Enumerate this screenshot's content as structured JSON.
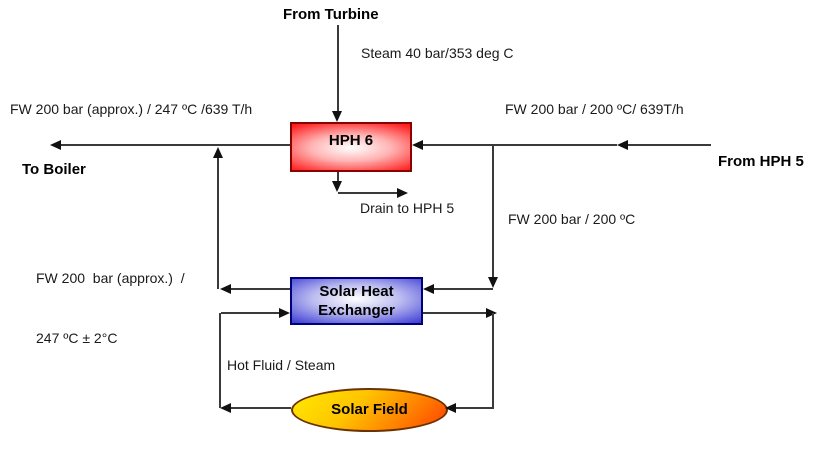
{
  "diagram": {
    "nodes": {
      "hph6": {
        "label": "HPH 6"
      },
      "solar_heat_exchanger": {
        "label_line1": "Solar Heat",
        "label_line2": "Exchanger"
      },
      "solar_field": {
        "label": "Solar Field"
      }
    },
    "labels": {
      "from_turbine": "From Turbine",
      "steam": "Steam 40 bar/353 deg C",
      "fw_left_top": "FW 200 bar (approx.) / 247 ºC /639 T/h",
      "fw_right_top": "FW 200 bar / 200 ºC/ 639T/h",
      "to_boiler": "To Boiler",
      "from_hph5": "From HPH 5",
      "drain_to_hph5": "Drain to HPH 5",
      "fw_right_mid": "FW 200 bar / 200 ºC",
      "fw_left_mid_line1": "FW 200  bar (approx.)  /",
      "fw_left_mid_line2": "247 ºC ± 2°C",
      "hot_fluid": "Hot Fluid / Steam"
    },
    "colors": {
      "hph6_fill": "#ff3030",
      "hph6_border": "#8b0000",
      "shx_fill": "#4848d8",
      "shx_border": "#000078",
      "sfield_start": "#ffea00",
      "sfield_end": "#ff3f00",
      "sfield_border": "#6b3200",
      "line": "#3a3a3a"
    }
  }
}
